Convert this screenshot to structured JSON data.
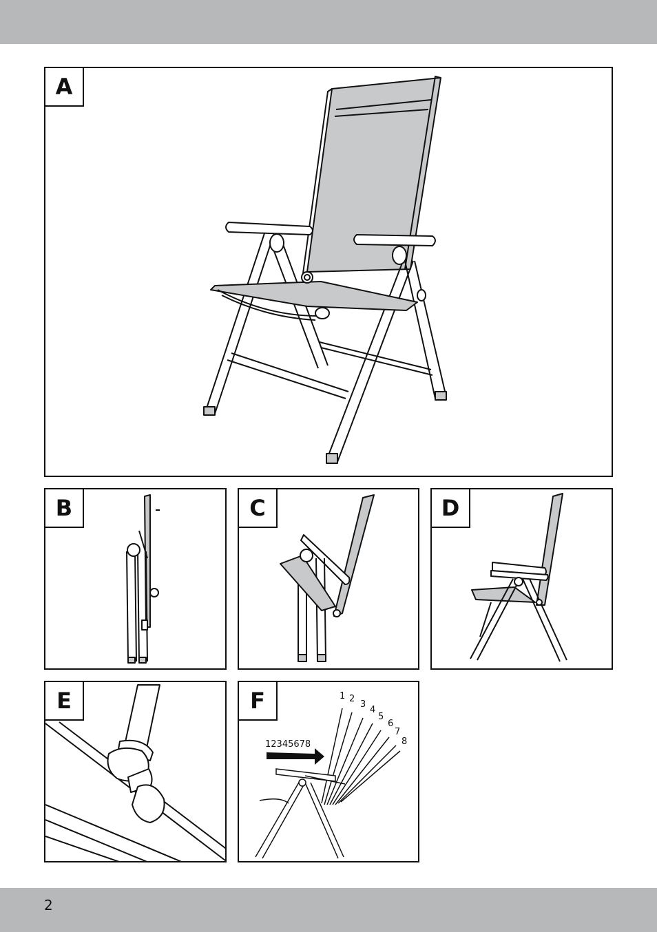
{
  "page_number": "2",
  "figures": [
    {
      "label": "A"
    },
    {
      "label": "B"
    },
    {
      "label": "C"
    },
    {
      "label": "D"
    },
    {
      "label": "E"
    },
    {
      "label": "F",
      "positions_row": "12345678",
      "positions_arc": [
        "1",
        "2",
        "3",
        "4",
        "5",
        "6",
        "7",
        "8"
      ]
    }
  ],
  "colors": {
    "band": "#b7b8ba",
    "fabric": "#c8c9cb",
    "outline": "#111111"
  }
}
